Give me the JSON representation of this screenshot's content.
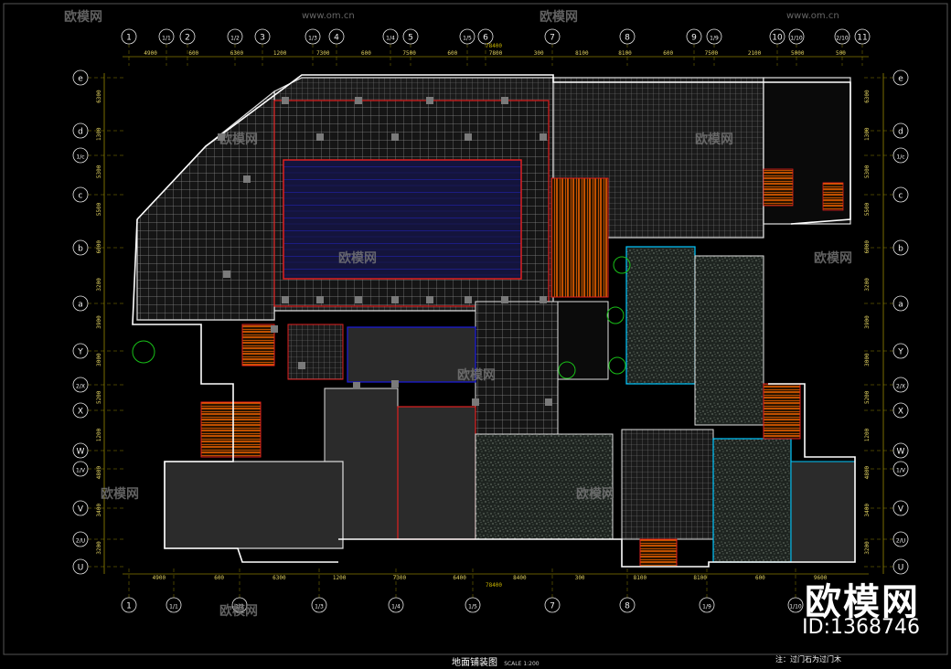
{
  "drawing": {
    "title": "地面铺装图",
    "scale": "SCALE 1:200",
    "note": "注：过门石为过门木",
    "total_dim": "78400"
  },
  "axes_top": [
    "1",
    "1/1",
    "2",
    "1/2",
    "3",
    "1/3",
    "4",
    "1/4",
    "5",
    "1/5",
    "6",
    "7",
    "8",
    "9",
    "1/9",
    "10",
    "1/10",
    "2/10",
    "11"
  ],
  "axes_bottom": [
    "1",
    "1/1",
    "1/2",
    "1/3",
    "1/4",
    "1/5",
    "7",
    "8",
    "1/9",
    "1/10"
  ],
  "axes_left": [
    "e",
    "d",
    "1/c",
    "c",
    "b",
    "a",
    "Y",
    "2/X",
    "X",
    "W",
    "1/V",
    "V",
    "2/U",
    "U"
  ],
  "axes_right": [
    "e",
    "d",
    "1/c",
    "c",
    "b",
    "a",
    "Y",
    "2/X",
    "X",
    "W",
    "1/V",
    "V",
    "2/U",
    "U"
  ],
  "dims_top": [
    "4900",
    "600",
    "6300",
    "1200",
    "7300",
    "600",
    "7500",
    "600",
    "7800",
    "300",
    "8100",
    "8100",
    "600",
    "7500",
    "2100",
    "5000",
    "500"
  ],
  "dims_bottom": [
    "4900",
    "600",
    "6300",
    "1200",
    "7300",
    "6400",
    "8400",
    "300",
    "8100",
    "8100",
    "600",
    "9600"
  ],
  "dims_left": [
    "6300",
    "1300",
    "5300",
    "5500",
    "6000",
    "3200",
    "3900",
    "3000",
    "5200",
    "1200",
    "4800",
    "3400",
    "3200"
  ],
  "dims_right": [
    "6300",
    "1300",
    "5300",
    "5500",
    "6000",
    "3200",
    "3900",
    "3000",
    "5200",
    "1200",
    "4800",
    "3400",
    "3200"
  ],
  "watermark": {
    "brand": "欧模网",
    "id": "ID:1368746",
    "url": "www.om.cn"
  },
  "colors": {
    "background": "#000000",
    "grid_line": "#c8c8c8",
    "wall_red": "#e02020",
    "pool_blue": "#1a1ae0",
    "wood_orange": "#ff6a00",
    "axis_yellow": "#c8b400",
    "tile_gray": "#6e6e6e",
    "cyan": "#00c8ff",
    "green": "#18c018"
  }
}
